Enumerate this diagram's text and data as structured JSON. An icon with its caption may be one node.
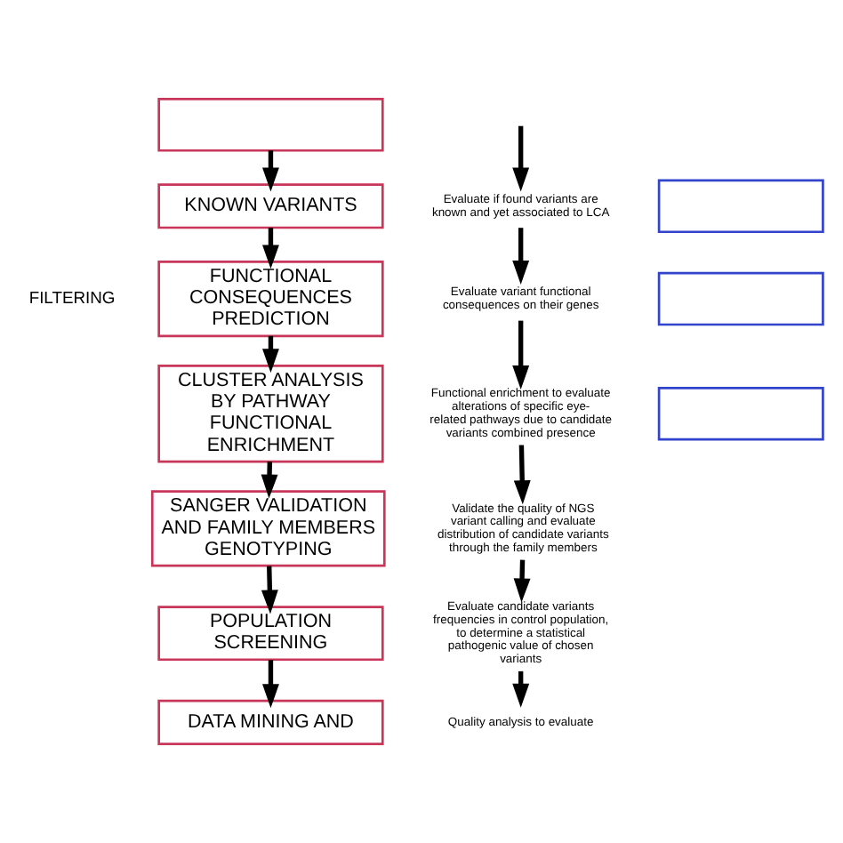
{
  "diagram": {
    "nodes": [
      {
        "text": [],
        "shape": "box"
      },
      {
        "text": [
          "KNOWN VARIANTS"
        ]
      },
      {
        "text": [
          "FUNCTIONAL CONSEQUENCES PREDICTION"
        ]
      },
      {
        "text": [
          "CLUSTER ANALYSIS BY PATHWAY FUNCTIONAL ENRICHMENT"
        ]
      },
      {
        "text": [
          "SANGER VALIDATION AND FAMILY MEMBERS GENOTYPING"
        ]
      },
      {
        "text": [
          "POPULATION SCREENING"
        ]
      },
      {
        "text": [
          "DATA MINING AND"
        ]
      },
      {
        "text": [
          "Evaluate if found variants are known and yet associated to LCA"
        ]
      },
      {
        "text": [
          "Evaluate variant functional consequences on their genes"
        ]
      },
      {
        "text": [
          "Functional enrichment to evaluate alterations of specific eye-related pathways due to candidate variants combined presence"
        ]
      },
      {
        "text": [
          "Validate the quality of NGS variant calling and evaluate distribution of candidate variants through the family members"
        ]
      },
      {
        "text": [
          "Evaluate candidate variants frequencies in control population, to determine a statistical pathogenic value of chosen variants"
        ]
      },
      {
        "text": [
          "Quality analysis to evaluate"
        ]
      },
      {
        "text": [],
        "shape": "box"
      },
      {
        "text": [],
        "shape": "box"
      },
      {
        "text": [],
        "shape": "box"
      }
    ],
    "edges": [
      {
        "from": 0,
        "to": 1,
        "arrow": "to"
      },
      {
        "from": 1,
        "to": 2,
        "arrow": "to"
      },
      {
        "from": 2,
        "to": 3,
        "arrow": "to"
      },
      {
        "from": 3,
        "to": 4,
        "arrow": "to"
      },
      {
        "from": 4,
        "to": 5,
        "arrow": "to"
      },
      {
        "from": 5,
        "to": 6,
        "arrow": "to"
      },
      {
        "from": null,
        "to": 7,
        "arrow": "to"
      },
      {
        "from": 7,
        "to": 8,
        "arrow": "to"
      },
      {
        "from": 8,
        "to": 9,
        "arrow": "to"
      },
      {
        "from": 9,
        "to": 10,
        "arrow": "to"
      },
      {
        "from": 10,
        "to": 11,
        "arrow": "to"
      },
      {
        "from": 11,
        "to": 12,
        "arrow": "to"
      }
    ],
    "labels": [
      "FILTERING"
    ]
  }
}
